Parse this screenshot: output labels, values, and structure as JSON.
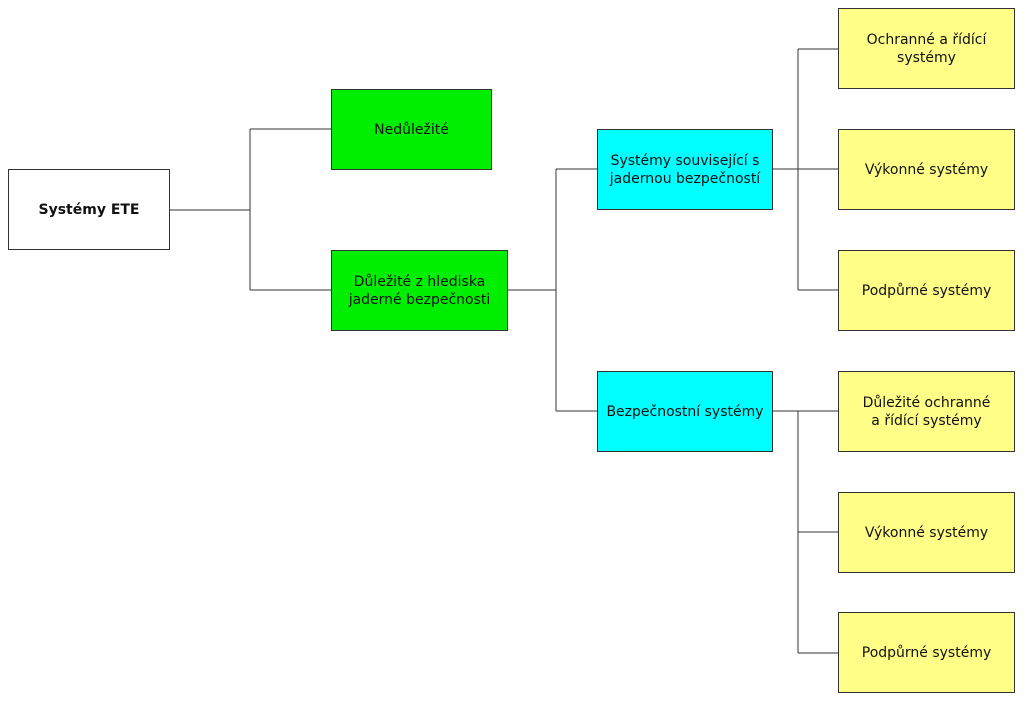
{
  "colors": {
    "root": "#ffffff",
    "level1": "#00ee00",
    "level2": "#00ffff",
    "level3": "#ffff88",
    "border": "#333333",
    "connector": "#333333"
  },
  "nodes": {
    "root": {
      "label": "Systémy ETE"
    },
    "unimportant": {
      "label": "Nedůležité"
    },
    "safety_important": {
      "label": "Důležité z hlediska\njaderné bezpečnosti"
    },
    "safety_related": {
      "label": "Systémy související s\njadernou bezpečností"
    },
    "safety_systems": {
      "label": "Bezpečnostní systémy"
    },
    "related_protection_control": {
      "label": "Ochranné a řídící\nsystémy"
    },
    "related_executive": {
      "label": "Výkonné systémy"
    },
    "related_support": {
      "label": "Podpůrné systémy"
    },
    "safety_protection_control": {
      "label": "Důležité ochranné\na řídící systémy"
    },
    "safety_executive": {
      "label": "Výkonné systémy"
    },
    "safety_support": {
      "label": "Podpůrné systémy"
    }
  }
}
